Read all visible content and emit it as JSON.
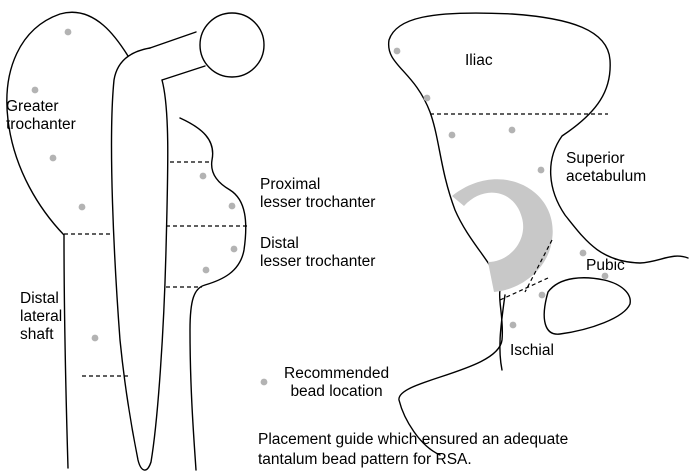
{
  "labels": {
    "greater_trochanter": "Greater\ntrochanter",
    "proximal_lesser_trochanter": "Proximal\nlesser trochanter",
    "distal_lesser_trochanter": "Distal\nlesser trochanter",
    "distal_lateral_shaft": "Distal\nlateral\nshaft",
    "iliac": "Iliac",
    "superior_acetabulum": "Superior\nacetabulum",
    "pubic": "Pubic",
    "ischial": "Ischial"
  },
  "legend": {
    "text": "Recommended\nbead location"
  },
  "caption": "Placement guide which ensured an adequate\ntantalum bead pattern for RSA.",
  "colors": {
    "bead": "#b3b3b3",
    "acetabular_cup": "#c8c8c8",
    "outline": "#000000"
  }
}
